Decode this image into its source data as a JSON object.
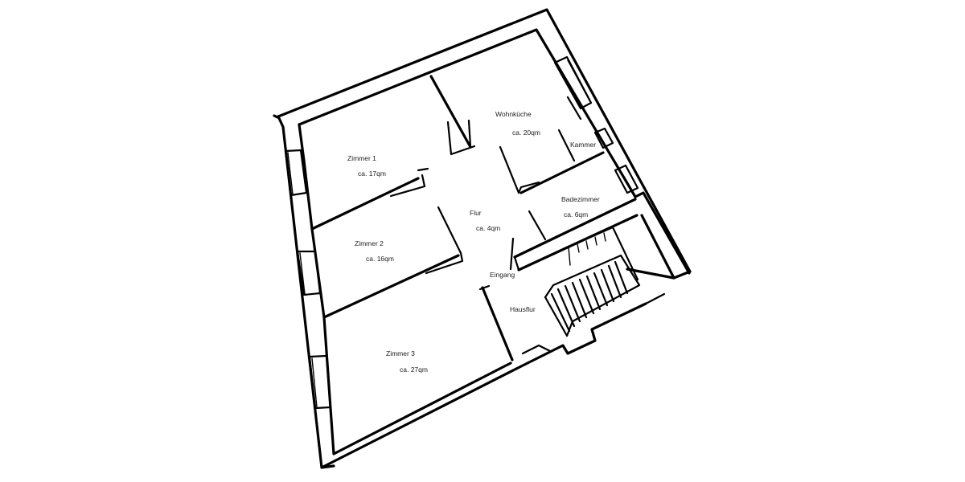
{
  "plan": {
    "type": "floor-plan",
    "background": "#ffffff",
    "line_color": "#000000",
    "text_color": "#222222",
    "rooms": [
      {
        "name": "Zimmer 1",
        "area": "ca. 17qm"
      },
      {
        "name": "Zimmer 2",
        "area": "ca. 16qm"
      },
      {
        "name": "Zimmer 3",
        "area": "ca. 27qm"
      },
      {
        "name": "Wohnküche",
        "area": "ca. 20qm"
      },
      {
        "name": "Kammer",
        "area": ""
      },
      {
        "name": "Badezimmer",
        "area": "ca. 6qm"
      },
      {
        "name": "Flur",
        "area": "ca. 4qm"
      },
      {
        "name": "Eingang",
        "area": ""
      },
      {
        "name": "Hausflur",
        "area": ""
      }
    ]
  }
}
